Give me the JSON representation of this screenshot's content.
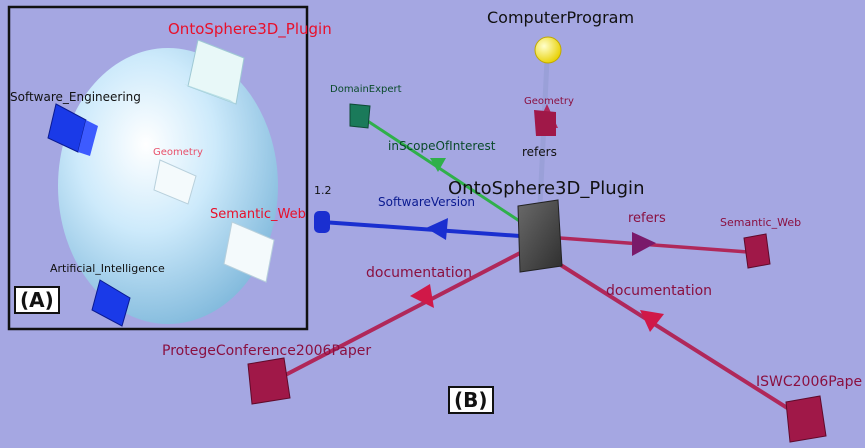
{
  "panel_a": {
    "tag": "(A)",
    "sphere_color": "#bfe3f7",
    "labels": {
      "plugin": "OntoSphere3D_Plugin",
      "software_engineering": "Software_Engineering",
      "geometry": "Geometry",
      "semantic_web": "Semantic_Web",
      "artificial_intelligence": "Artificial_Intelligence"
    }
  },
  "panel_b": {
    "tag": "(B)",
    "center": "OntoSphere3D_Plugin",
    "nodes": {
      "computer_program": "ComputerProgram",
      "geometry": "Geometry",
      "domain_expert": "DomainExpert",
      "version_value": "1.2",
      "semantic_web": "Semantic_Web",
      "protege_paper": "ProtegeConference2006Paper",
      "iswc_paper": "ISWC2006Pape"
    },
    "edges": {
      "refers_up": "refers",
      "in_scope": "inScopeOfInterest",
      "software_version": "SoftwareVersion",
      "refers_right": "refers",
      "documentation_left": "documentation",
      "documentation_right": "documentation"
    }
  },
  "colors": {
    "background": "#a5a7e2",
    "relation": "#b0285a",
    "version": "#1a2fd0",
    "scope": "#2fb04a",
    "center_box": "#4a4a4a",
    "node_box": "#a01848",
    "domain_box": "#1a7a5a",
    "ball": "#ffee22"
  }
}
